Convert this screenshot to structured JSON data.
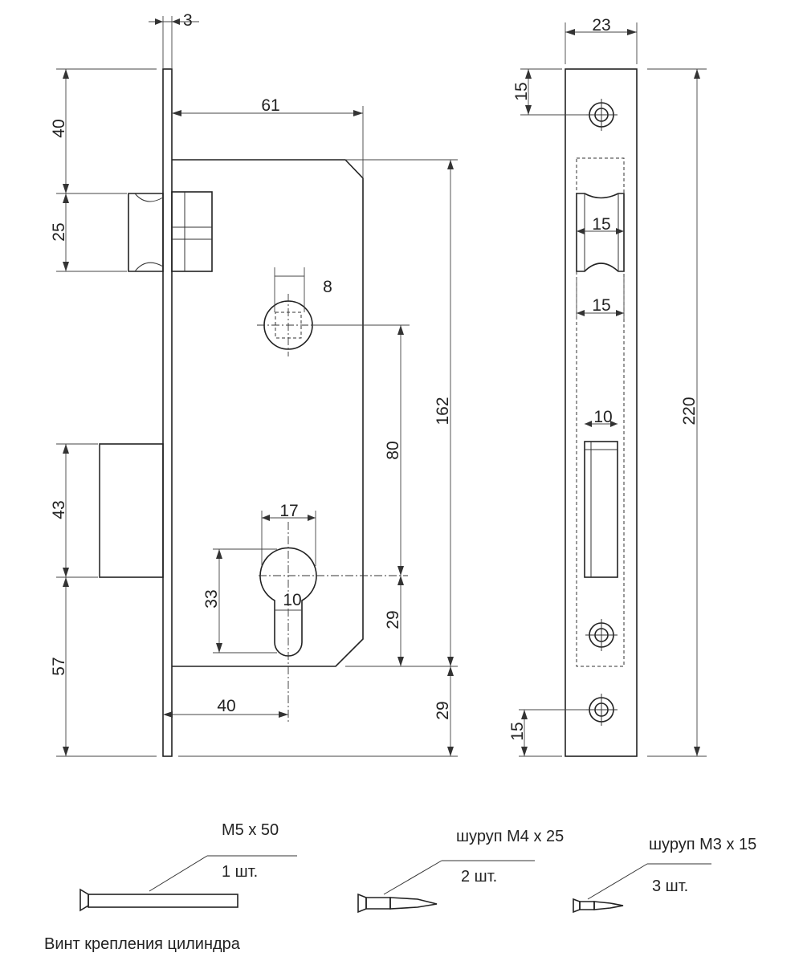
{
  "dimensions": {
    "plate_thickness": "3",
    "top_to_latch": "40",
    "latch_height": "25",
    "backset": "61",
    "spindle_square": "8",
    "body_height": "162",
    "spindle_to_cylinder": "80",
    "deadbolt_height": "43",
    "cylinder_width": "17",
    "cylinder_height": "33",
    "cylinder_pin": "10",
    "cylinder_to_body_bottom": "29",
    "bottom_to_deadbolt": "57",
    "cylinder_backset": "40",
    "body_bottom_to_plate_bottom": "29"
  },
  "strike": {
    "width": "23",
    "top_hole": "15",
    "latch_slot_upper": "15",
    "latch_slot_lower": "15",
    "bolt_slot": "10",
    "total_height": "220",
    "bottom_hole": "15"
  },
  "accessories": [
    {
      "name": "M5 x 50",
      "qty": "1 шт.",
      "caption": "Винт крепления цилиндра"
    },
    {
      "name": "шуруп М4 x 25",
      "qty": "2 шт."
    },
    {
      "name": "шуруп М3 x 15",
      "qty": "3 шт."
    }
  ]
}
